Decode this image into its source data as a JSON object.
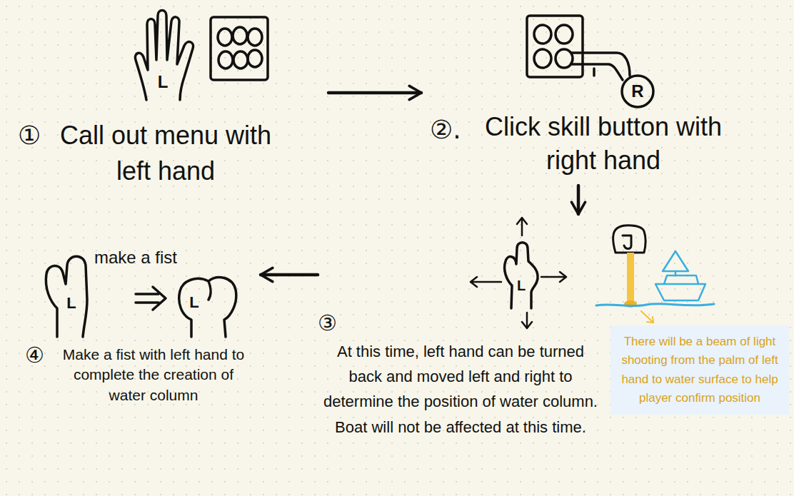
{
  "diagram": {
    "nodes": [
      {
        "text": [
          "①",
          "Call out menu with left hand"
        ]
      },
      {
        "text": [
          "②.",
          "Click skill button with right hand"
        ]
      },
      {
        "text": [
          "③",
          "At this time, left hand can be turned back and moved left and right to determine the position of water column. Boat will not be affected at this time."
        ]
      },
      {
        "text": [
          "make a fist",
          "④",
          "Make a fist with left hand to complete the creation of water column"
        ]
      },
      {
        "text": [
          "There will be a beam of light shooting from the palm of left hand to water surface to help player confirm position"
        ]
      }
    ],
    "edges": [
      {
        "from": 0,
        "to": 1,
        "arrow": "to"
      },
      {
        "from": 1,
        "to": 2,
        "arrow": "to"
      },
      {
        "from": 2,
        "to": 3,
        "arrow": "to"
      }
    ],
    "labels": [
      "L",
      "R",
      "L",
      "L",
      "L"
    ]
  }
}
